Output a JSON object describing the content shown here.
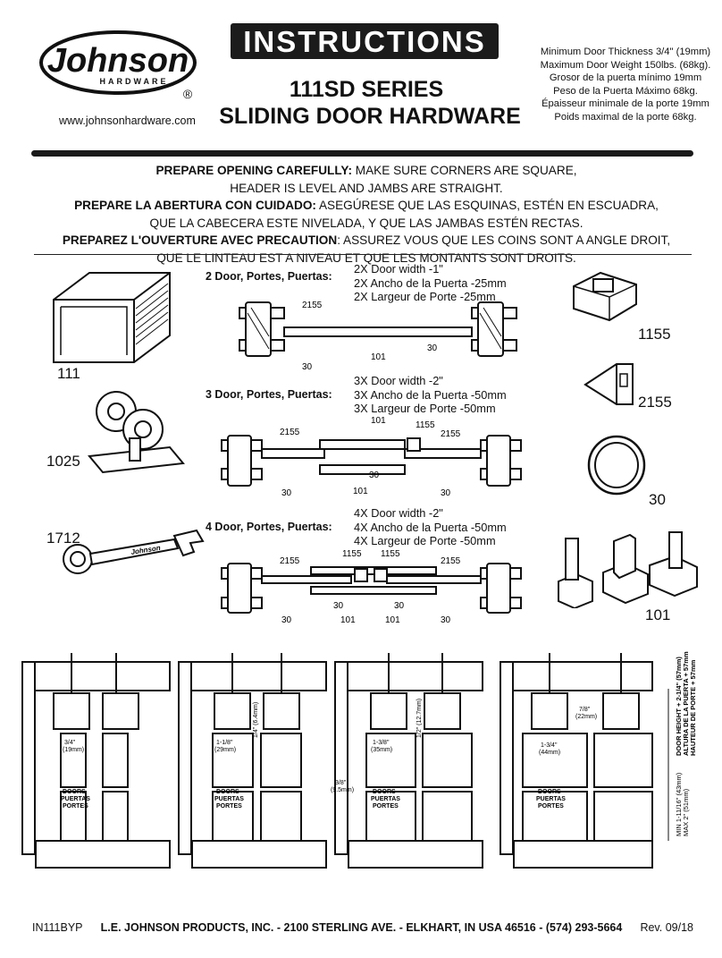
{
  "header": {
    "brand": "Johnson",
    "brand_sub": "HARDWARE",
    "registered": "®",
    "url": "www.johnsonhardware.com",
    "banner": "INSTRUCTIONS",
    "title_line1": "111SD SERIES",
    "title_line2": "SLIDING DOOR HARDWARE",
    "specs": [
      "Minimum Door Thickness 3/4\" (19mm)",
      "Maximum Door Weight 150lbs. (68kg).",
      "Grosor de la puerta mínimo 19mm",
      "Peso de la Puerta Máximo 68kg.",
      "Épaisseur minimale de la porte 19mm",
      "Poids maximal de la porte 68kg."
    ]
  },
  "prepare": {
    "en_bold": "PREPARE OPENING CAREFULLY:",
    "en_1": " MAKE SURE CORNERS ARE SQUARE,",
    "en_2": "HEADER IS LEVEL AND JAMBS ARE STRAIGHT.",
    "es_bold": "PREPARE LA ABERTURA CON CUIDADO:",
    "es_1": " ASEGÚRESE QUE LAS ESQUINAS,  ESTÉN EN ESCUADRA,",
    "es_2": "QUE LA CABECERA ESTE NIVELADA, Y QUE LAS JAMBAS ESTÉN RECTAS.",
    "fr_bold": "PREPAREZ L'OUVERTURE AVEC PRECAUTION",
    "fr_1": ": ASSUREZ VOUS QUE LES COINS SONT A ANGLE DROIT,",
    "fr_2": "QUE LE LINTEAU EST A NIVEAU ET QUE LES MONTANTS SONT DROITS."
  },
  "parts": {
    "p111": "111",
    "p1025": "1025",
    "p1712": "1712",
    "p1155": "1155",
    "p2155": "2155",
    "p30": "30",
    "p101": "101",
    "wrench_text": "Johnson"
  },
  "configs": [
    {
      "heading": "2 Door, Portes, Puertas:",
      "lines": [
        "2X Door width -1\"",
        "2X Ancho de la Puerta -25mm",
        "2X Largeur de Porte -25mm"
      ],
      "labels": [
        "2155",
        "30",
        "101",
        "30"
      ]
    },
    {
      "heading": "3 Door, Portes, Puertas:",
      "lines": [
        "3X Door width -2\"",
        "3X Ancho de la Puerta -50mm",
        "3X Largeur de Porte -50mm"
      ],
      "labels": [
        "101",
        "1155",
        "2155",
        "2155",
        "30",
        "30",
        "101",
        "30"
      ]
    },
    {
      "heading": "4 Door, Portes, Puertas:",
      "lines": [
        "4X Door width -2\"",
        "4X Ancho de la Puerta -50mm",
        "4X Largeur de Porte -50mm"
      ],
      "labels": [
        "1155",
        "1155",
        "2155",
        "2155",
        "30",
        "30",
        "101",
        "101",
        "30",
        "30"
      ]
    }
  ],
  "sections": [
    {
      "thick_a": "3/4\"",
      "thick_b": "(19mm)",
      "doors": [
        "DOORS",
        "PUERTAS",
        "PORTES"
      ]
    },
    {
      "thick_a": "1-1/8\"",
      "thick_b": "(29mm)",
      "doors": [
        "DOORS",
        "PUERTAS",
        "PORTES"
      ],
      "gap": "1/4\" (6.4mm)"
    },
    {
      "thick_a": "1-3/8\"",
      "thick_b": "(35mm)",
      "doors": [
        "DOORS",
        "PUERTAS",
        "PORTES"
      ],
      "gap": "1/2\" (12.7mm)",
      "floor_a": "3/8\"",
      "floor_b": "(9.5mm)"
    },
    {
      "thick_a": "1-3/4\"",
      "thick_b": "(44mm)",
      "doors": [
        "DOORS",
        "PUERTAS",
        "PORTES"
      ],
      "gap_a": "7/8\"",
      "gap_b": "(22mm)"
    }
  ],
  "height_note": {
    "line1": "MIN 1-11/16\" (43mm)",
    "line2": "MAX 2\" (51mm)",
    "line3": "DOOR HEIGHT + 2-1/4\" (57mm)",
    "line4": "ALTURA DE LA PUERTA + 57mm",
    "line5": "HAUTEUR DE PORTE + 57mm"
  },
  "footer": {
    "code": "IN111BYP",
    "company": "L.E. JOHNSON PRODUCTS, INC. - 2100 STERLING AVE. - ELKHART, IN USA  46516 - (574) 293-5664",
    "rev": "Rev. 09/18"
  }
}
